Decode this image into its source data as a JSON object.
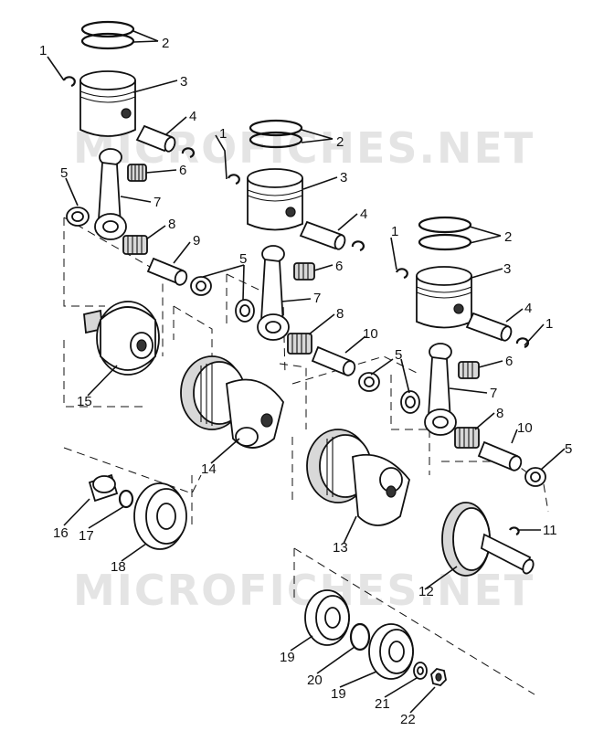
{
  "watermark": "MICROFICHES.NET",
  "callouts": [
    "1",
    "2",
    "3",
    "4",
    "5",
    "6",
    "7",
    "8",
    "9",
    "10",
    "11",
    "12",
    "13",
    "14",
    "15",
    "16",
    "17",
    "18",
    "19",
    "20",
    "21",
    "22"
  ],
  "labels": {
    "c1a": "1",
    "c1b": "1",
    "c1c": "1",
    "c1d": "1",
    "c2a": "2",
    "c2b": "2",
    "c2c": "2",
    "c3a": "3",
    "c3b": "3",
    "c3c": "3",
    "c4a": "4",
    "c4b": "4",
    "c4c": "4",
    "c5a": "5",
    "c5b": "5",
    "c5c": "5",
    "c5d": "5",
    "c6a": "6",
    "c6b": "6",
    "c6c": "6",
    "c7a": "7",
    "c7b": "7",
    "c7c": "7",
    "c8a": "8",
    "c8b": "8",
    "c8c": "8",
    "c9": "9",
    "c10a": "10",
    "c10b": "10",
    "c11": "11",
    "c12": "12",
    "c13": "13",
    "c14": "14",
    "c15": "15",
    "c16": "16",
    "c17": "17",
    "c18": "18",
    "c19a": "19",
    "c19b": "19",
    "c20": "20",
    "c21": "21",
    "c22": "22"
  }
}
